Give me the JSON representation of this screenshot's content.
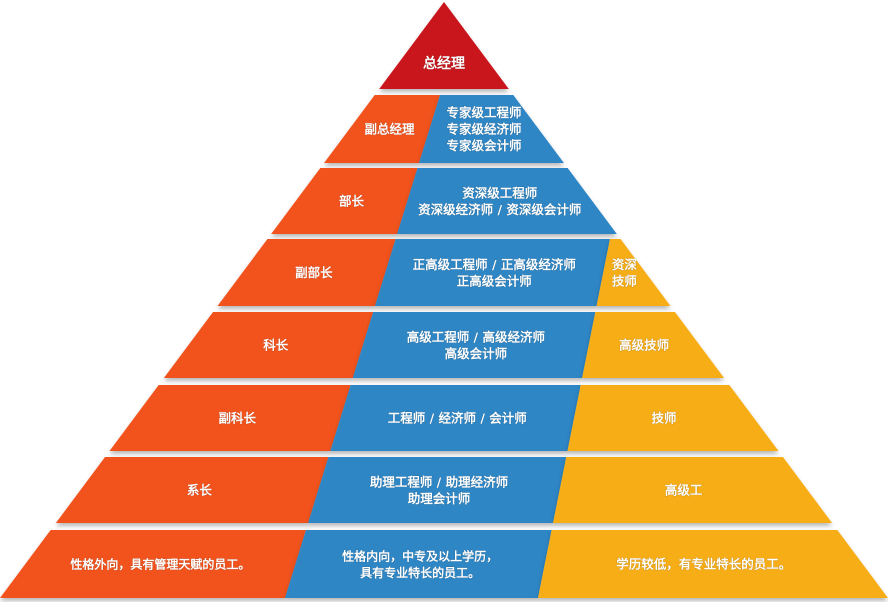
{
  "colors": {
    "red": "#c8141e",
    "orange": "#f2521f",
    "blue": "#2f86c5",
    "yellow": "#f7ad16"
  },
  "apex": {
    "label": "总经理"
  },
  "rows": [
    {
      "left": [
        "副总经理"
      ],
      "middle": [
        "专家级工程师",
        "专家级经济师",
        "专家级会计师"
      ],
      "right": []
    },
    {
      "left": [
        "部长"
      ],
      "middle": [
        "资深级工程师",
        "资深级经济师 / 资深级会计师"
      ],
      "right": []
    },
    {
      "left": [
        "副部长"
      ],
      "middle": [
        "正高级工程师 / 正高级经济师",
        "正高级会计师"
      ],
      "right": [
        "资深",
        "技师"
      ]
    },
    {
      "left": [
        "科长"
      ],
      "middle": [
        "高级工程师 / 高级经济师",
        "高级会计师"
      ],
      "right": [
        "高级技师"
      ]
    },
    {
      "left": [
        "副科长"
      ],
      "middle": [
        "工程师 / 经济师 / 会计师"
      ],
      "right": [
        "技师"
      ]
    },
    {
      "left": [
        "系长"
      ],
      "middle": [
        "助理工程师 / 助理经济师",
        "助理会计师"
      ],
      "right": [
        "高级工"
      ]
    },
    {
      "left": [
        "性格外向，具有管理天赋的员工。"
      ],
      "middle": [
        "性格内向，中专及以上学历，",
        "具有专业特长的员工。"
      ],
      "right": [
        "学历较低，有专业特长的员工。"
      ]
    }
  ]
}
